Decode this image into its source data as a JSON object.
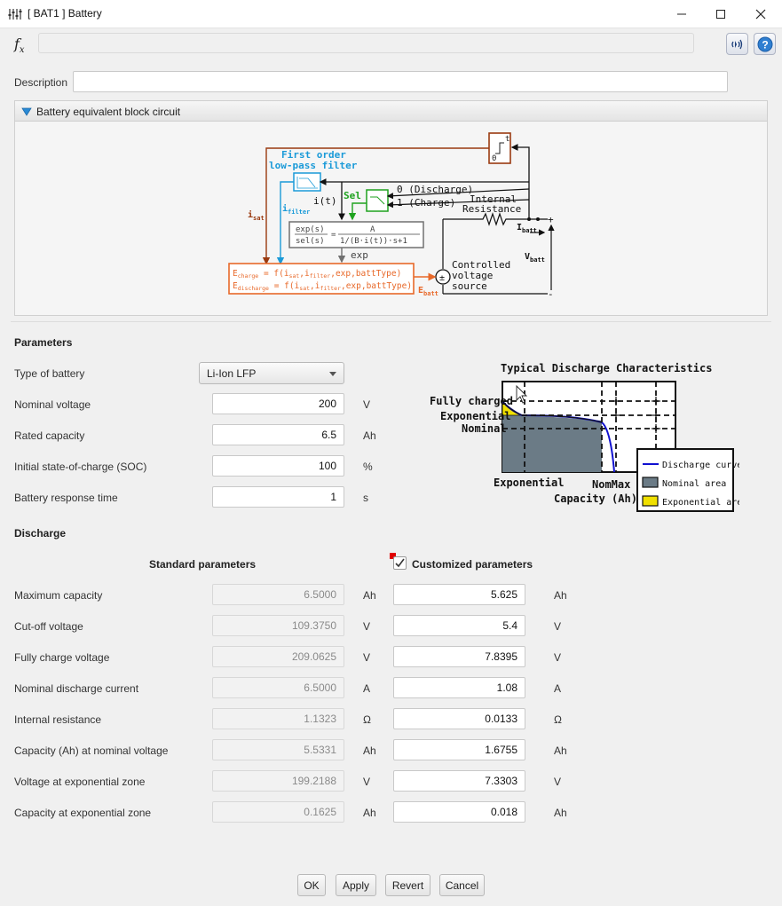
{
  "window": {
    "title": "[ BAT1 ]  Battery"
  },
  "description": {
    "label": "Description",
    "value": ""
  },
  "fx_value": "",
  "block_section": {
    "title": "Battery equivalent block circuit"
  },
  "diagram": {
    "first_order": "First order",
    "lowpass": "low-pass filter",
    "i_sat": "isat",
    "i_filter": "ifilter",
    "i_t": "i(t)",
    "sel": "Sel",
    "zero_discharge": "0 (Discharge)",
    "one_charge": "1 (Charge)",
    "internal": "Internal",
    "resistance": "Resistance",
    "i_batt": "Ibatt",
    "v_batt": "Vbatt",
    "exp_s": "exp(s)",
    "sel_s": "sel(s)",
    "frac_num": "A",
    "frac_den": "1/(B·i(t))·s+1",
    "exp": "exp",
    "e_charge": "Echarge = f(isat,ifilter,exp,battType)",
    "e_discharge": "Edischarge = f(isat,ifilter,exp,battType)",
    "e_batt": "Ebatt",
    "controlled": "Controlled",
    "voltage": "voltage",
    "source": "source",
    "zero_t": "0",
    "t_label": "t"
  },
  "parameters": {
    "heading": "Parameters",
    "rows": [
      {
        "label": "Type of battery",
        "value": "Li-Ion LFP",
        "unit": ""
      },
      {
        "label": "Nominal voltage",
        "value": "200",
        "unit": "V"
      },
      {
        "label": "Rated capacity",
        "value": "6.5",
        "unit": "Ah"
      },
      {
        "label": "Initial state-of-charge (SOC)",
        "value": "100",
        "unit": "%"
      },
      {
        "label": "Battery response time",
        "value": "1",
        "unit": "s"
      }
    ]
  },
  "discharge_chart": {
    "title": "Typical Discharge Characteristics",
    "fully_charged": "Fully charged",
    "exponential": "Exponential",
    "nominal": "Nominal",
    "x_exponential": "Exponential",
    "x_nommax": "NomMax",
    "x_axis": "Capacity (Ah)",
    "legend": [
      "Discharge curve",
      "Nominal area",
      "Exponential area"
    ],
    "colors": {
      "curve": "#1010d0",
      "nominal": "#6b7b86",
      "exponential": "#f0e000"
    }
  },
  "discharge": {
    "heading": "Discharge",
    "standard_heading": "Standard parameters",
    "custom_heading": "Customized parameters",
    "custom_checked": true,
    "rows": [
      {
        "label": "Maximum capacity",
        "std": "6.5000",
        "std_unit": "Ah",
        "custom": "5.625",
        "custom_unit": "Ah"
      },
      {
        "label": "Cut-off voltage",
        "std": "109.3750",
        "std_unit": "V",
        "custom": "5.4",
        "custom_unit": "V"
      },
      {
        "label": "Fully charge voltage",
        "std": "209.0625",
        "std_unit": "V",
        "custom": "7.8395",
        "custom_unit": "V"
      },
      {
        "label": "Nominal discharge current",
        "std": "6.5000",
        "std_unit": "A",
        "custom": "1.08",
        "custom_unit": "A"
      },
      {
        "label": "Internal resistance",
        "std": "1.1323",
        "std_unit": "Ω",
        "custom": "0.0133",
        "custom_unit": "Ω"
      },
      {
        "label": "Capacity (Ah) at nominal voltage",
        "std": "5.5331",
        "std_unit": "Ah",
        "custom": "1.6755",
        "custom_unit": "Ah"
      },
      {
        "label": "Voltage at exponential zone",
        "std": "199.2188",
        "std_unit": "V",
        "custom": "7.3303",
        "custom_unit": "V"
      },
      {
        "label": "Capacity at exponential zone",
        "std": "0.1625",
        "std_unit": "Ah",
        "custom": "0.018",
        "custom_unit": "Ah"
      }
    ]
  },
  "buttons": {
    "ok": "OK",
    "apply": "Apply",
    "revert": "Revert",
    "cancel": "Cancel"
  }
}
